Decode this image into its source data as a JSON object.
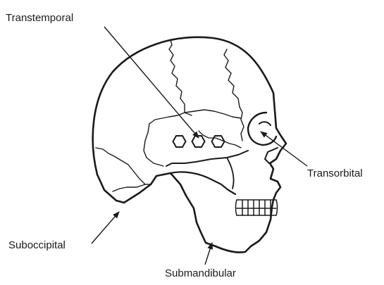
{
  "labels": {
    "transtemporal": "Transtemporal",
    "transorbital": "Transorbital",
    "suboccipital": "Suboccipital",
    "submandibular": "Submandibular"
  }
}
